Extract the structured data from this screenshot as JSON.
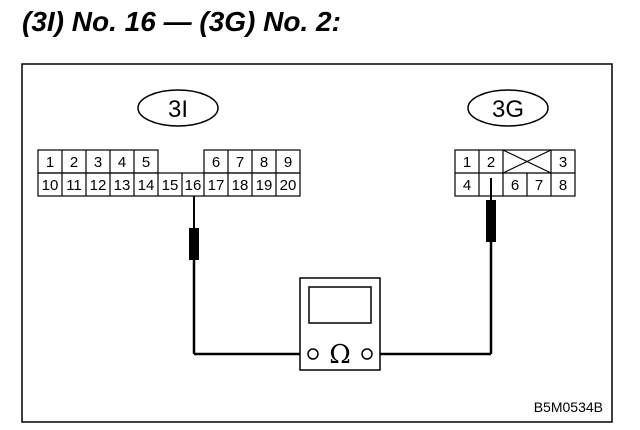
{
  "title": "(3I) No. 16 — (3G) No. 2:",
  "connector_left": {
    "label": "3I",
    "pins_top": [
      "1",
      "2",
      "3",
      "4",
      "5",
      "6",
      "7",
      "8",
      "9"
    ],
    "pins_bottom": [
      "10",
      "11",
      "12",
      "13",
      "14",
      "15",
      "16",
      "17",
      "18",
      "19",
      "20"
    ]
  },
  "connector_right": {
    "label": "3G",
    "pins_top": [
      "1",
      "2",
      "3"
    ],
    "pins_bottom": [
      "4",
      "6",
      "7",
      "8"
    ]
  },
  "meter": {
    "symbol": "Ω"
  },
  "reference_code": "B5M0534B"
}
